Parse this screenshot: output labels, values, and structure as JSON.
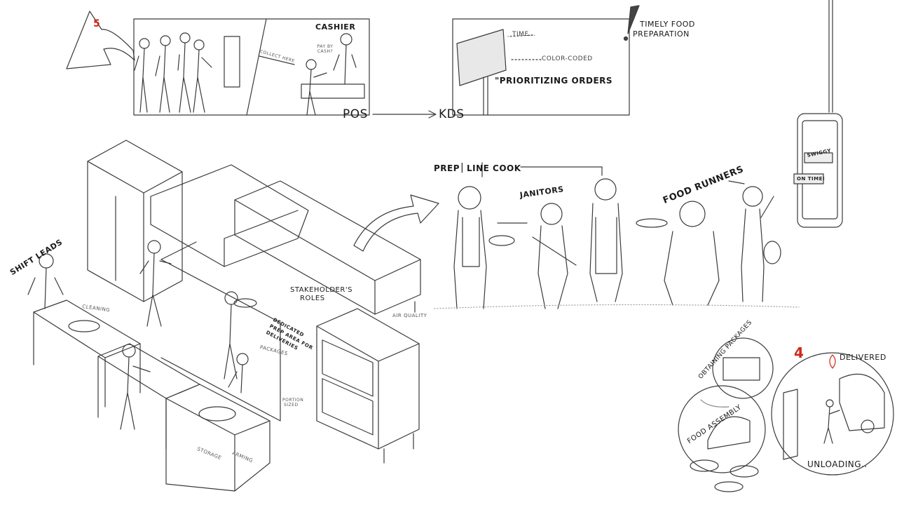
{
  "storyboard": {
    "step_number_top": "5",
    "cashier_label": "CASHIER",
    "pay_bubble": "PAY BY CASH?",
    "collect_here": "COLLECT HERE",
    "pos_label": "POS",
    "kds_label": "KDS",
    "kds_time": "TIME...",
    "kds_color_coded": "COLOR-CODED",
    "kds_prioritizing": "\"PRIORITIZING ORDERS",
    "timely_food": "TIMELY FOOD",
    "preparation": "PREPARATION",
    "exclaim": "!"
  },
  "kitchen": {
    "shift_leads": "SHIFT LEADS",
    "cleaning": "CLEANING",
    "stakeholders_roles_1": "STAKEHOLDER'S",
    "stakeholders_roles_2": "ROLES",
    "air_quality": "AIR QUALITY",
    "dedicated_1": "DEDICATED",
    "dedicated_2": "PREP AREA FOR",
    "dedicated_3": "DELIVERIES",
    "packages": "PACKAGES",
    "portion_sized_1": "PORTION",
    "portion_sized_2": "SIZED",
    "storage": "STORAGE",
    "arming": "ARMING"
  },
  "roles": {
    "prep": "PREP",
    "line_cook": "LINE COOK",
    "janitors": "JANITORS",
    "food_runners": "FOOD RUNNERS"
  },
  "phone": {
    "swiggy": "SWIGGY",
    "on_time": "ON TIME!"
  },
  "delivery": {
    "step_number": "4",
    "delivered": "DELIVERED",
    "obtaining_packages": "OBTAINING PACKAGES",
    "food_assembly": "FOOD ASSEMBLY",
    "unloading": "UNLOADING.."
  }
}
